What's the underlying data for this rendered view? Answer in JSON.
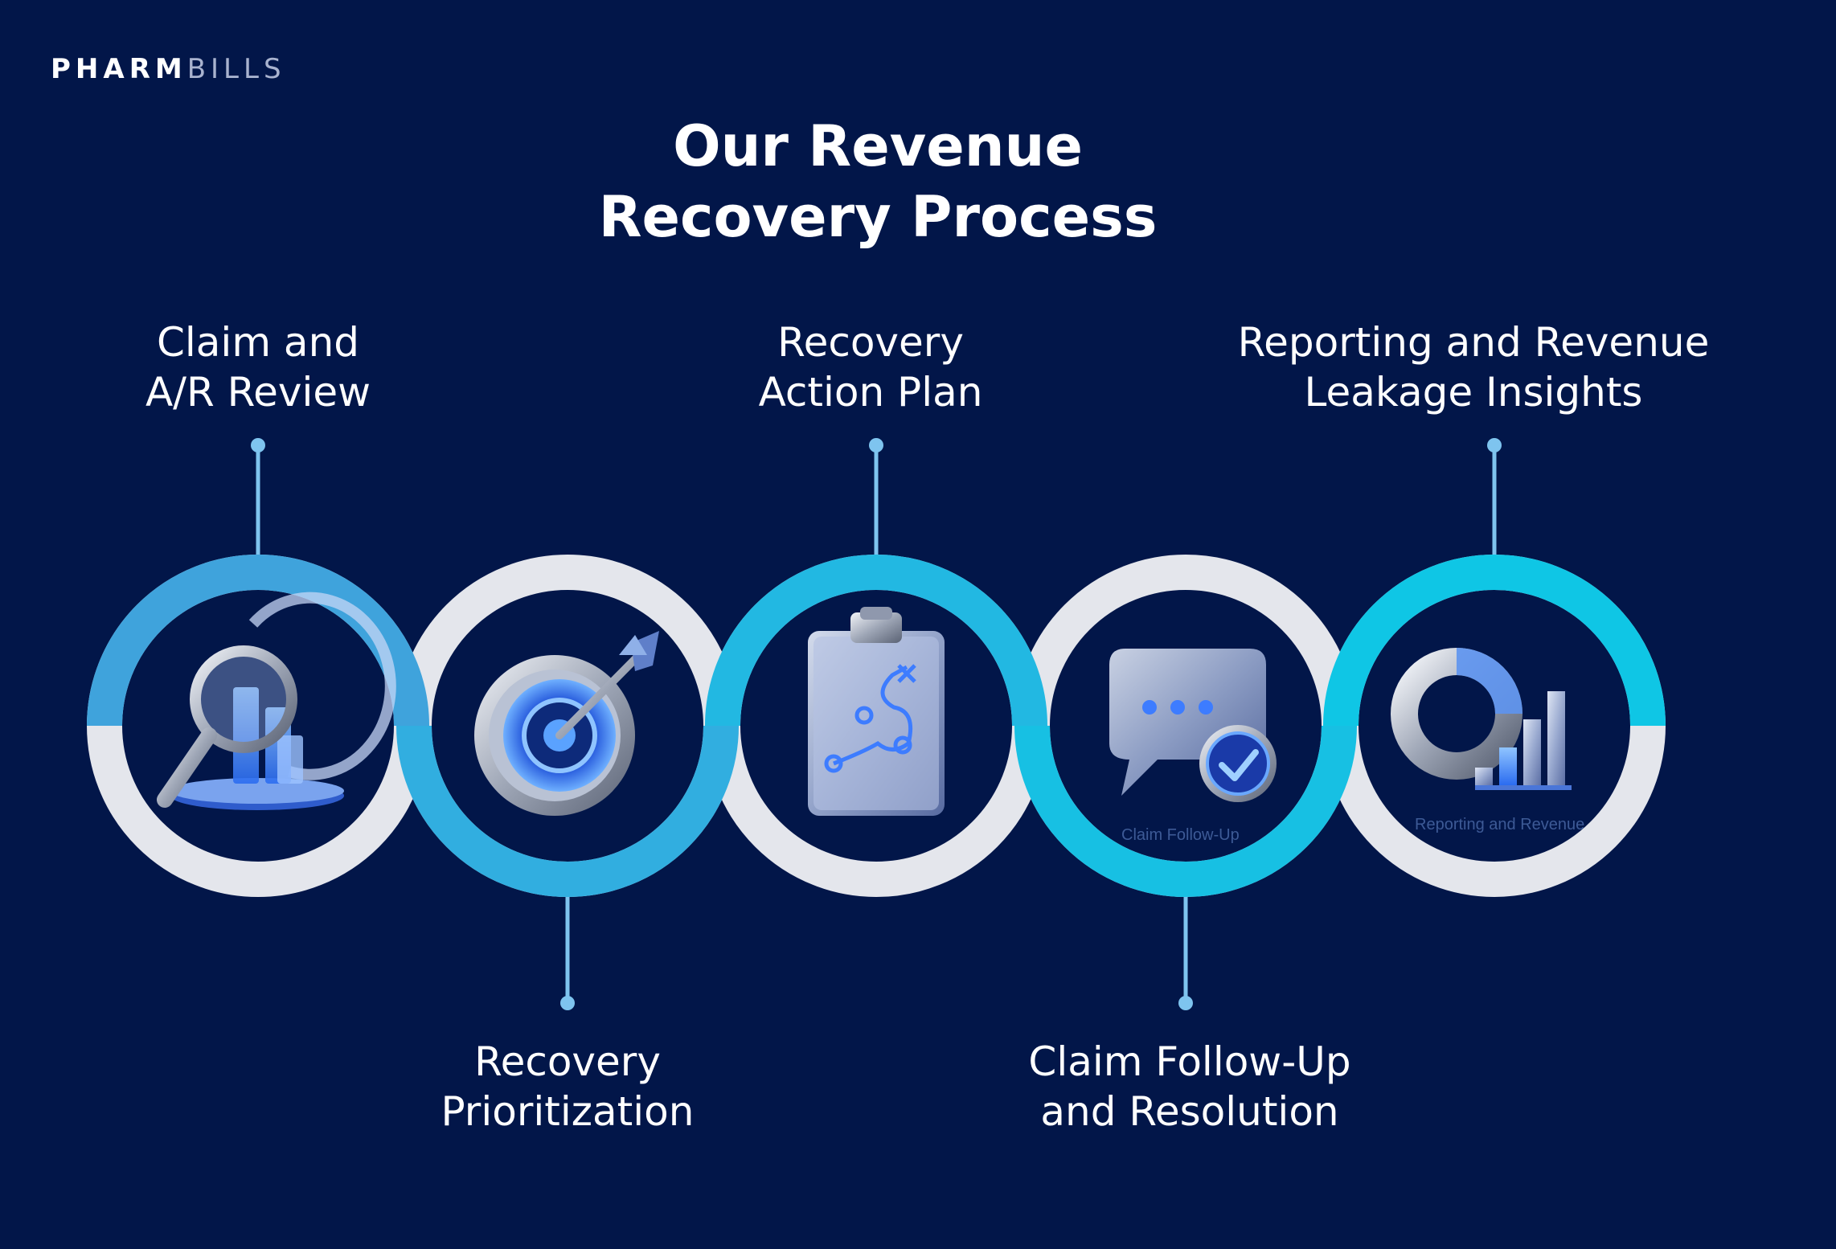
{
  "brand": {
    "part1": "PHARM",
    "part2": "BILLS"
  },
  "title": {
    "line1": "Our Revenue",
    "line2": "Recovery Process"
  },
  "steps": [
    {
      "line1": "Claim and",
      "line2": "A/R Review",
      "icon": "magnifier-chart-icon"
    },
    {
      "line1": "Recovery",
      "line2": "Prioritization",
      "icon": "target-arrow-icon"
    },
    {
      "line1": "Recovery",
      "line2": "Action Plan",
      "icon": "clipboard-plan-icon"
    },
    {
      "line1": "Claim Follow-Up",
      "line2": "and Resolution",
      "icon": "chat-check-icon"
    },
    {
      "line1": "Reporting and Revenue",
      "line2": "Leakage Insights",
      "icon": "donut-bar-chart-icon"
    }
  ],
  "icon_captions": {
    "step4": "Claim Follow-Up",
    "step5": "Reporting and Revenue"
  },
  "colors": {
    "background": "#021649",
    "ring_blue_light": "#3fa3dc",
    "ring_cyan": "#14c3e3",
    "ring_gray": "#e4e6ec",
    "connector": "#7ec4ef"
  }
}
